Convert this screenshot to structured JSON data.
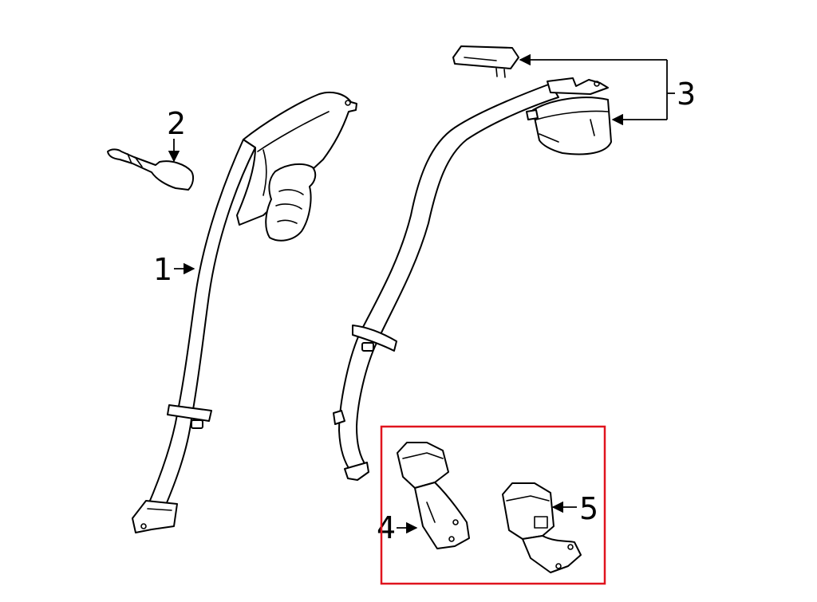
{
  "callouts": {
    "c1": "1",
    "c2": "2",
    "c3": "3",
    "c4": "4",
    "c5": "5"
  },
  "colors": {
    "line": "#000000",
    "background": "#ffffff",
    "highlight_box": "#e0141e"
  },
  "icons": {
    "arrow": "arrowhead-icon"
  }
}
